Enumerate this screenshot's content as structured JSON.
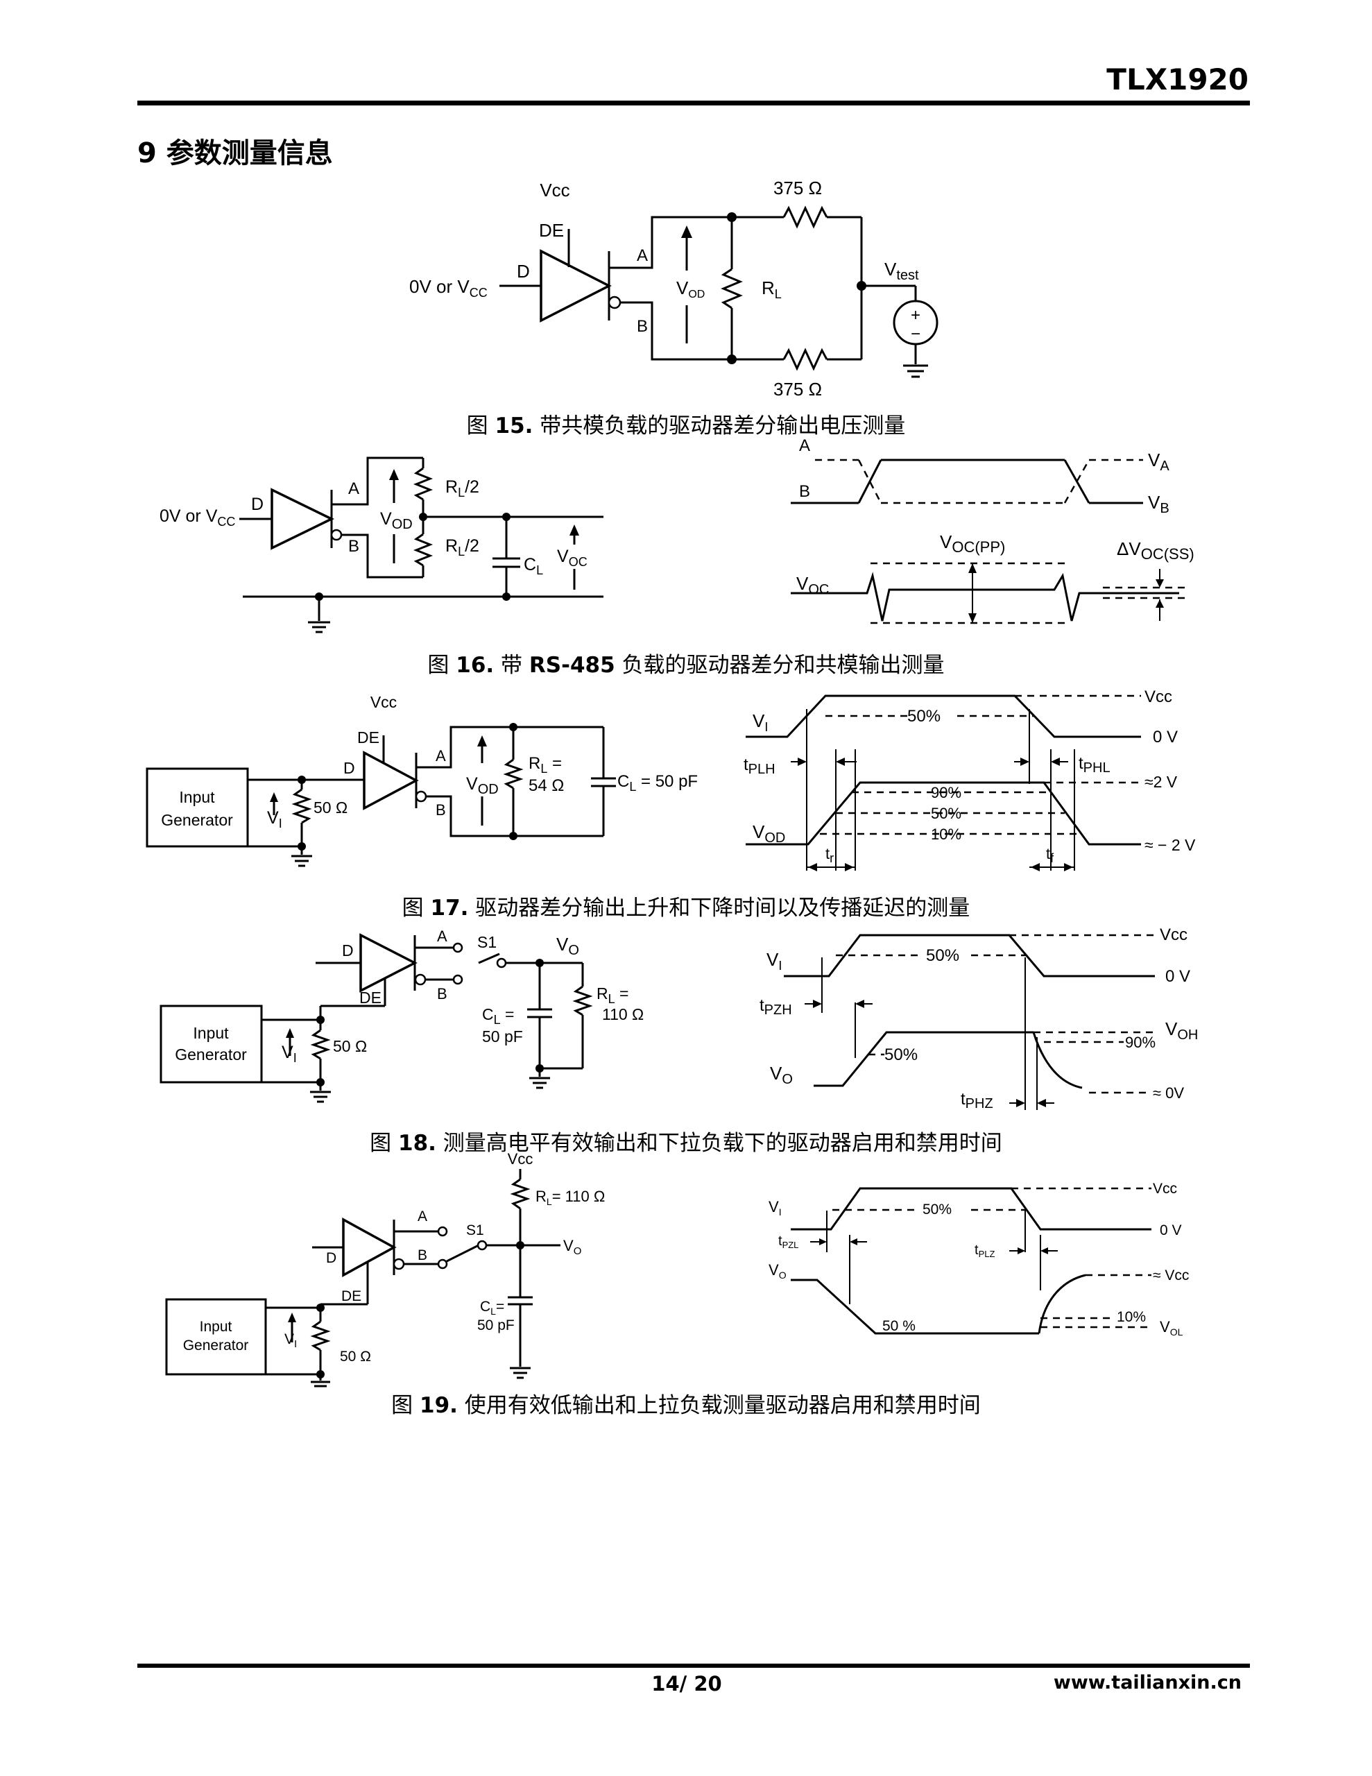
{
  "header": {
    "title": "TLX1920"
  },
  "section": {
    "title": "9 参数测量信息"
  },
  "figures": [
    {
      "caption_prefix": "图 ",
      "caption_num": "15.",
      "caption_text": " 带共模负载的驱动器差分输出电压测量",
      "labels": {
        "vcc": "Vcc",
        "de": "DE",
        "d": "D",
        "input": "0V or V",
        "input_sub": "CC",
        "a": "A",
        "b": "B",
        "vod": "V",
        "vod_sub": "OD",
        "rl": "R",
        "rl_sub": "L",
        "r_top": "375 Ω",
        "r_bottom": "375 Ω",
        "vtest": "V",
        "vtest_sub": "test",
        "plus": "+",
        "minus": "−"
      }
    },
    {
      "caption_prefix": "图 ",
      "caption_num": "16.",
      "caption_text_1": " 带 ",
      "caption_bold": "RS-485",
      "caption_text_2": " 负载的驱动器差分和共模输出测量",
      "labels": {
        "input": "0V or V",
        "input_sub": "CC",
        "d": "D",
        "a": "A",
        "b": "B",
        "vod": "V",
        "vod_sub": "OD",
        "rl1": "R",
        "rl1_sub": "L",
        "rl1_tail": "/2",
        "rl2": "R",
        "rl2_sub": "L",
        "rl2_tail": "/2",
        "cl": "C",
        "cl_sub": "L",
        "voc": "V",
        "voc_sub": "OC",
        "wave_a": "A",
        "wave_b": "B",
        "va": "V",
        "va_sub": "A",
        "vb": "V",
        "vb_sub": "B",
        "vocpp": "V",
        "vocpp_sub": "OC(PP)",
        "dvoc": "ΔV",
        "dvoc_sub": "OC(SS)",
        "voc_wave": "V",
        "voc_wave_sub": "OC"
      }
    },
    {
      "caption_prefix": "图 ",
      "caption_num": "17.",
      "caption_text": " 驱动器差分输出上升和下降时间以及传播延迟的测量",
      "labels": {
        "vcc": "Vcc",
        "de": "DE",
        "d": "D",
        "a": "A",
        "b": "B",
        "gen1": "Input",
        "gen2": "Generator",
        "vi": "V",
        "vi_sub": "I",
        "r50": "50 Ω",
        "vod": "V",
        "vod_sub": "OD",
        "rl": "R",
        "rl_sub": "L",
        "rl_tail": " =",
        "rl_val": "54 Ω",
        "cl": "C",
        "cl_sub": "L",
        "cl_tail": " = 50 pF",
        "w_vi": "V",
        "w_vi_sub": "I",
        "w_vcc": "Vcc",
        "w_0v": "0 V",
        "p50": "50%",
        "tplh": "t",
        "tplh_sub": "PLH",
        "tphl": "t",
        "tphl_sub": "PHL",
        "p90": "90%",
        "p50b": "50%",
        "p10": "10%",
        "w_2v": "≈2 V",
        "w_m2v": "≈ − 2 V",
        "w_vod": "V",
        "w_vod_sub": "OD",
        "tr": "t",
        "tr_sub": "r",
        "tf": "t",
        "tf_sub": "f"
      }
    },
    {
      "caption_prefix": "图 ",
      "caption_num": "18.",
      "caption_text": " 测量高电平有效输出和下拉负载下的驱动器启用和禁用时间",
      "labels": {
        "d": "D",
        "a": "A",
        "b": "B",
        "de": "DE",
        "s1": "S1",
        "vo": "V",
        "vo_sub": "O",
        "gen1": "Input",
        "gen2": "Generator",
        "vi": "V",
        "vi_sub": "I",
        "r50": "50 Ω",
        "cl": "C",
        "cl_sub": "L",
        "cl_tail": " =",
        "cl_val": "50 pF",
        "rl": "R",
        "rl_sub": "L",
        "rl_tail": " =",
        "rl_val": "110 Ω",
        "w_vi": "V",
        "w_vi_sub": "I",
        "w_vcc": "Vcc",
        "w_0v": "0 V",
        "p50": "50%",
        "tpzh": "t",
        "tpzh_sub": "PZH",
        "p50b": "50%",
        "voh": "V",
        "voh_sub": "OH",
        "p90": "90%",
        "w_vo": "V",
        "w_vo_sub": "O",
        "tphz": "t",
        "tphz_sub": "PHZ",
        "w_0vb": "≈ 0V"
      }
    },
    {
      "caption_prefix": "图 ",
      "caption_num": "19.",
      "caption_text": " 使用有效低输出和上拉负载测量驱动器启用和禁用时间",
      "labels": {
        "vcc": "Vcc",
        "rl": "R",
        "rl_sub": "L",
        "rl_tail": "= 110 Ω",
        "a": "A",
        "b": "B",
        "s1": "S1",
        "vo": "V",
        "vo_sub": "O",
        "d": "D",
        "de": "DE",
        "cl": "C",
        "cl_sub": "L",
        "cl_tail": "=",
        "cl_val": "50 pF",
        "gen1": "Input",
        "gen2": "Generator",
        "vi": "V",
        "vi_sub": "I",
        "r50": "50 Ω",
        "w_vi": "V",
        "w_vi_sub": "I",
        "w_vcc": "Vcc",
        "w_0v": "0 V",
        "p50": "50%",
        "tpzl": "t",
        "tpzl_sub": "PZL",
        "tplz": "t",
        "tplz_sub": "PLZ",
        "w_vo": "V",
        "w_vo_sub": "O",
        "p50b": "50 %",
        "p10": "10%",
        "w_vcc2": "≈ Vcc",
        "vol": "V",
        "vol_sub": "OL"
      }
    }
  ],
  "footer": {
    "page": "14/ 20",
    "url": "www.tailianxin.cn"
  }
}
